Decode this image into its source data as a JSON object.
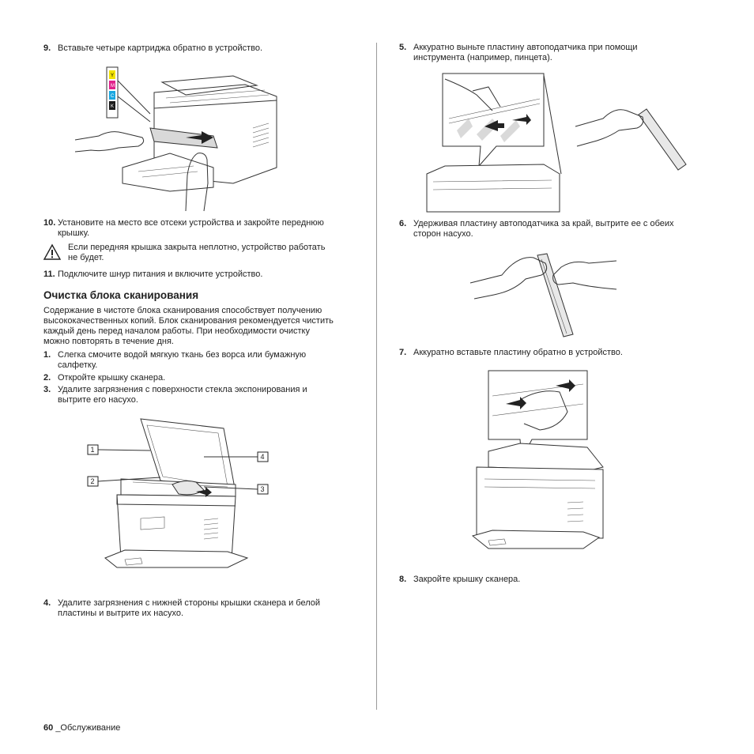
{
  "left": {
    "step9": {
      "num": "9.",
      "text": "Вставьте четыре картриджа обратно в устройство."
    },
    "cartridge_labels": [
      "Y",
      "M",
      "C",
      "K"
    ],
    "step10": {
      "num": "10.",
      "text": "Установите на место все отсеки устройства и закройте переднюю\nкрышку."
    },
    "warning_text": "Если передняя крышка закрыта неплотно, устройство работать\nне будет.",
    "step11": {
      "num": "11.",
      "text": "Подключите шнур питания и включите устройство."
    },
    "section_title": "Очистка блока сканирования",
    "intro": "Содержание в чистоте блока сканирования способствует получению\nвысококачественных копий. Блок сканирования рекомендуется чистить\nкаждый день перед началом работы. При необходимости очистку\nможно повторять в течение дня.",
    "steps": [
      {
        "num": "1.",
        "text": "Слегка смочите водой мягкую ткань без ворса или бумажную\nсалфетку."
      },
      {
        "num": "2.",
        "text": "Откройте крышку сканера."
      },
      {
        "num": "3.",
        "text": "Удалите загрязнения с поверхности стекла экспонирования и\nвытрите его насухо."
      }
    ],
    "callouts": [
      "1",
      "2",
      "3",
      "4"
    ],
    "step4": {
      "num": "4.",
      "text": "Удалите загрязнения с нижней стороны крышки сканера и белой\nпластины и вытрите их насухо."
    }
  },
  "right": {
    "step5": {
      "num": "5.",
      "text": "Аккуратно выньте пластину автоподатчика при помощи\nинструмента (например, пинцета)."
    },
    "step6": {
      "num": "6.",
      "text": "Удерживая пластину автоподатчика за край, вытрите ее с обеих\nсторон насухо."
    },
    "step7": {
      "num": "7.",
      "text": "Аккуратно вставьте пластину обратно в устройство."
    },
    "step8": {
      "num": "8.",
      "text": "Закройте крышку сканера."
    }
  },
  "footer": {
    "page": "60",
    "section": "_Обслуживание"
  },
  "colors": {
    "yellow": "#f2e200",
    "magenta": "#e0208a",
    "cyan": "#1aa7e0",
    "black": "#1a1a1a",
    "divider": "#9a9a9a"
  }
}
